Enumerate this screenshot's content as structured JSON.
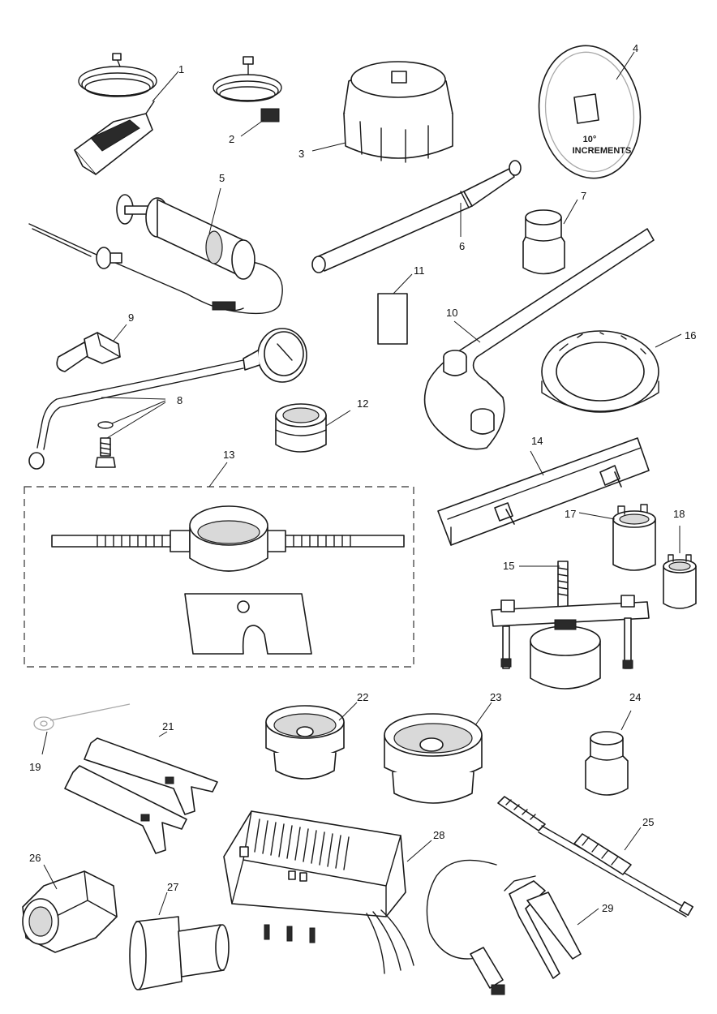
{
  "callouts": [
    "1",
    "2",
    "3",
    "4",
    "5",
    "6",
    "7",
    "8",
    "9",
    "10",
    "11",
    "12",
    "13",
    "14",
    "15",
    "16",
    "17",
    "18",
    "19",
    "21",
    "22",
    "23",
    "24",
    "25",
    "26",
    "27",
    "28",
    "29"
  ],
  "dial_text": {
    "line1": "10°",
    "line2": "INCREMENTS"
  }
}
